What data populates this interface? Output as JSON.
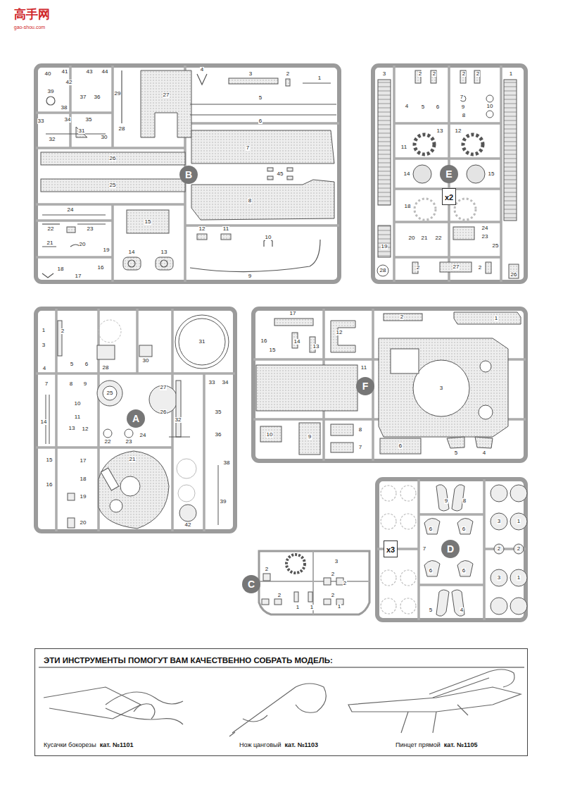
{
  "diagram": {
    "nodes": [
      {
        "text": [
          "B"
        ]
      },
      {
        "text": [
          "E"
        ]
      },
      {
        "text": [
          "x2"
        ]
      },
      {
        "text": [
          "A"
        ]
      },
      {
        "text": [
          "F"
        ]
      },
      {
        "text": [
          "D"
        ]
      },
      {
        "text": [
          "x3"
        ]
      },
      {
        "text": [
          "C"
        ]
      },
      {
        "text": [
          "ЭТИ ИНСТРУМЕНТЫ ПОМОГУТ ВАМ КАЧЕСТВЕННО СОБРАТЬ МОДЕЛЬ:",
          "Кусачки бокорезы",
          "кат. №1101",
          "Нож цанговый",
          "кат. №1103",
          "Пинцет прямой",
          "кат. №1105"
        ]
      }
    ],
    "labels": [
      "高手网",
      "gao-shou.com",
      "40",
      "41",
      "42",
      "43",
      "44",
      "39",
      "37",
      "36",
      "38",
      "33",
      "34",
      "35",
      "31",
      "30",
      "32",
      "29",
      "27",
      "28",
      "4",
      "3",
      "2",
      "1",
      "5",
      "6",
      "7",
      "45",
      "8",
      "26",
      "25",
      "24",
      "22",
      "23",
      "15",
      "12",
      "11",
      "10",
      "21",
      "20",
      "19",
      "18",
      "17",
      "16",
      "14",
      "13",
      "9",
      "3",
      "2",
      "2",
      "2",
      "2",
      "1",
      "7",
      "4",
      "5",
      "6",
      "9",
      "10",
      "8",
      "11",
      "13",
      "12",
      "14",
      "15",
      "18",
      "20",
      "21",
      "22",
      "24",
      "23",
      "25",
      "19",
      "2",
      "27",
      "2",
      "28",
      "26",
      "1",
      "3",
      "4",
      "2",
      "5",
      "6",
      "28",
      "30",
      "31",
      "7",
      "8",
      "9",
      "10",
      "11",
      "12",
      "13",
      "14",
      "25",
      "27",
      "26",
      "32",
      "33",
      "34",
      "35",
      "36",
      "22",
      "23",
      "24",
      "21",
      "15",
      "17",
      "16",
      "18",
      "19",
      "20",
      "42",
      "38",
      "39",
      "17",
      "2",
      "1",
      "12",
      "16",
      "15",
      "14",
      "13",
      "11",
      "3",
      "10",
      "9",
      "8",
      "7",
      "6",
      "5",
      "4",
      "9",
      "8",
      "3",
      "1",
      "6",
      "6",
      "7",
      "2",
      "2",
      "6",
      "6",
      "3",
      "1",
      "5",
      "4",
      "2",
      "3",
      "2",
      "2",
      "2",
      "2",
      "1",
      "1",
      "1"
    ]
  }
}
